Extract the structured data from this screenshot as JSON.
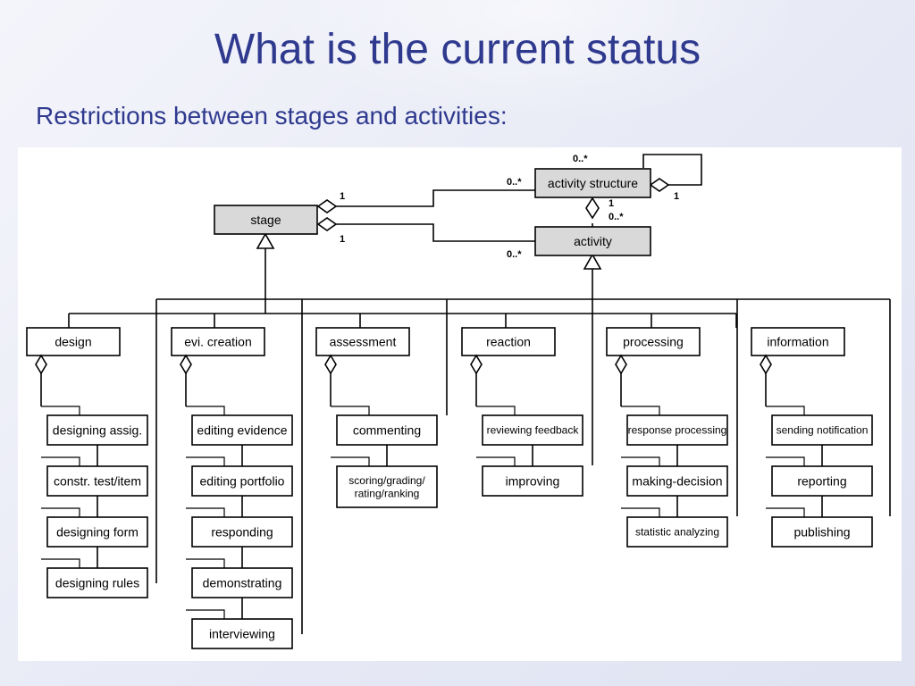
{
  "slide": {
    "title": "What is the current status",
    "subtitle": "Restrictions between stages and activities:"
  },
  "diagram": {
    "top": {
      "activity_structure": "activity structure",
      "activity": "activity",
      "stage": "stage"
    },
    "multiplicities": {
      "stage_to_structure_1": "1",
      "stage_to_activity_1": "1",
      "structure_0n": "0..*",
      "activity_0n": "0..*",
      "self_0n": "0..*",
      "self_1": "1",
      "struct_act_1": "1",
      "struct_act_0n": "0..*"
    },
    "columns": [
      {
        "name": "design",
        "items": [
          "designing assig.",
          "constr. test/item",
          "designing form",
          "designing rules"
        ]
      },
      {
        "name": "evi. creation",
        "items": [
          "editing evidence",
          "editing portfolio",
          "responding",
          "demonstrating",
          "interviewing"
        ]
      },
      {
        "name": "assessment",
        "items": [
          "commenting",
          "scoring/grading/\nrating/ranking"
        ]
      },
      {
        "name": "reaction",
        "items": [
          "reviewing feedback",
          "improving"
        ]
      },
      {
        "name": "processing",
        "items": [
          "response processing",
          "making-decision",
          "statistic analyzing"
        ]
      },
      {
        "name": "information",
        "items": [
          "sending notification",
          "reporting",
          "publishing"
        ]
      }
    ],
    "colors": {
      "title": "#2f3a8f",
      "box_fill_gray": "#d9d9d9",
      "line": "#000000"
    }
  }
}
